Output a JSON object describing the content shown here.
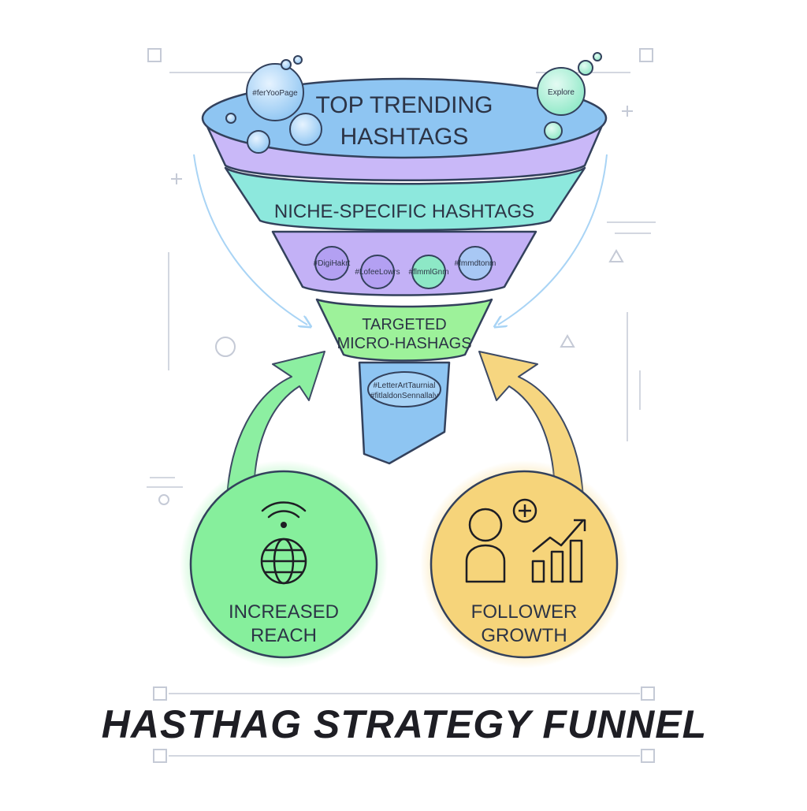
{
  "title": "HASTHAG STRATEGY FUNNEL",
  "funnel": {
    "top": {
      "label_line1": "TOP TRENDING",
      "label_line2": "HASHTAGS",
      "bubble_left": "#ferYooPage",
      "bubble_right": "Explore"
    },
    "niche": {
      "label": "NICHE-SPECIFIC HASHTAGS"
    },
    "community": {
      "chips": [
        "#DigiHakrt",
        "#LofeeLowrs",
        "#flmmlGnm",
        "#fmmdtonm"
      ]
    },
    "targeted": {
      "label_line1": "TARGETED",
      "label_line2": "MICRO-HASHAGS"
    },
    "spout": {
      "tag_line1": "#LetterArtTaurnial",
      "tag_line2": "#fitlaldonSennallaly"
    }
  },
  "outcomes": [
    {
      "label_line1": "INCREASED",
      "label_line2": "REACH",
      "icon": "wifi-globe-icon",
      "color": "#86ef9c"
    },
    {
      "label_line1": "FOLLOWER",
      "label_line2": "GROWTH",
      "icon": "person-plus-growth-chart-icon",
      "color": "#f6d47a"
    }
  ],
  "colors": {
    "blue": "#8ec5f2",
    "purple": "#c3b1f6",
    "teal": "#8de8dd",
    "green": "#9df29a",
    "yellow": "#f6d47a"
  }
}
